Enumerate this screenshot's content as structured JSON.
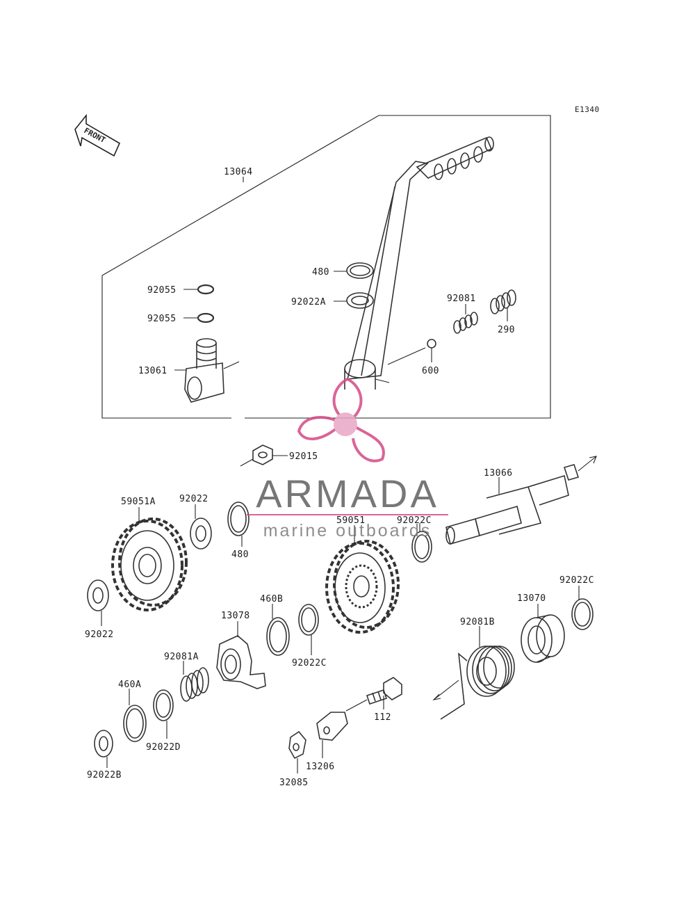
{
  "diagram_code": "E1340",
  "front_label": "FRONT",
  "watermark": {
    "brand": "ARMADA",
    "tagline": "marine outboards",
    "color": "#d44a86"
  },
  "parts": {
    "p13064": "13064",
    "p480_top": "480",
    "p92022A": "92022A",
    "p92055_1": "92055",
    "p92055_2": "92055",
    "p92081": "92081",
    "p290": "290",
    "p600": "600",
    "p13061": "13061",
    "p92015": "92015",
    "p13066": "13066",
    "p59051A": "59051A",
    "p92022_top": "92022",
    "p480_mid": "480",
    "p59051": "59051",
    "p92022C_top": "92022C",
    "p92022_left": "92022",
    "p460B": "460B",
    "p13078": "13078",
    "p92022C_mid": "92022C",
    "p92022C_right": "92022C",
    "p13070": "13070",
    "p92081B": "92081B",
    "p92081A": "92081A",
    "p460A": "460A",
    "p92022D": "92022D",
    "p92022B": "92022B",
    "p112": "112",
    "p13206": "13206",
    "p32085": "32085"
  }
}
